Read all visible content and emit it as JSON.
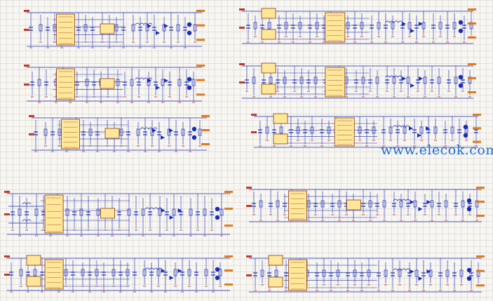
{
  "watermark": "www.elecok.com",
  "colors": {
    "background": "#f7f6f1",
    "wire": "#1a2bb8",
    "chip": "#ffe79a",
    "chip_border": "#8a3a10",
    "power": "#c0392b",
    "watermark": "#1f6fd8"
  },
  "schematic": {
    "type": "multi-block circuit schematic sheet",
    "block_count": 10,
    "labels_legible": false
  }
}
